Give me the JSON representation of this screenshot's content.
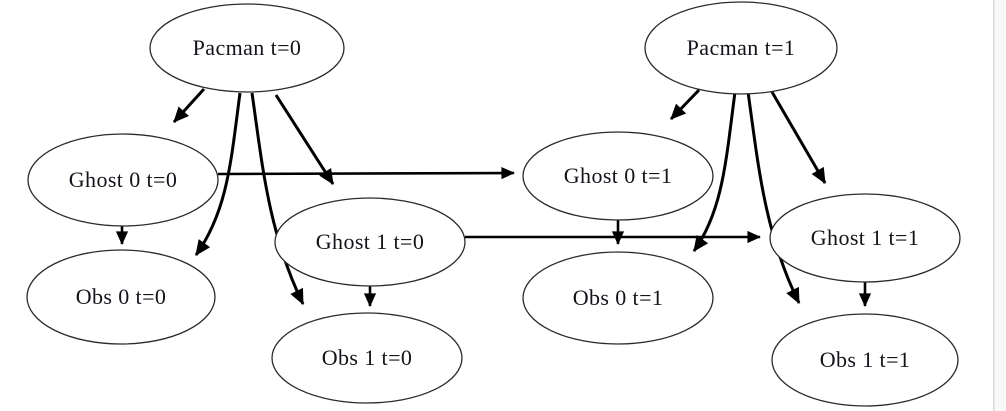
{
  "diagram": {
    "type": "directed-graph",
    "timesteps": [
      "t=0",
      "t=1"
    ]
  },
  "nodes": [
    {
      "id": "pacman-t0",
      "label": "Pacman t=0"
    },
    {
      "id": "ghost0-t0",
      "label": "Ghost 0 t=0"
    },
    {
      "id": "ghost1-t0",
      "label": "Ghost 1 t=0"
    },
    {
      "id": "obs0-t0",
      "label": "Obs 0 t=0"
    },
    {
      "id": "obs1-t0",
      "label": "Obs 1 t=0"
    },
    {
      "id": "pacman-t1",
      "label": "Pacman t=1"
    },
    {
      "id": "ghost0-t1",
      "label": "Ghost 0 t=1"
    },
    {
      "id": "ghost1-t1",
      "label": "Ghost 1 t=1"
    },
    {
      "id": "obs0-t1",
      "label": "Obs 0 t=1"
    },
    {
      "id": "obs1-t1",
      "label": "Obs 1 t=1"
    }
  ],
  "edges": [
    {
      "from": "pacman-t0",
      "to": "ghost0-t0"
    },
    {
      "from": "pacman-t0",
      "to": "ghost1-t0"
    },
    {
      "from": "pacman-t0",
      "to": "obs0-t0"
    },
    {
      "from": "pacman-t0",
      "to": "obs1-t0"
    },
    {
      "from": "ghost0-t0",
      "to": "obs0-t0"
    },
    {
      "from": "ghost1-t0",
      "to": "obs1-t0"
    },
    {
      "from": "ghost0-t0",
      "to": "ghost0-t1"
    },
    {
      "from": "ghost1-t0",
      "to": "ghost1-t1"
    },
    {
      "from": "pacman-t1",
      "to": "ghost0-t1"
    },
    {
      "from": "pacman-t1",
      "to": "ghost1-t1"
    },
    {
      "from": "pacman-t1",
      "to": "obs0-t1"
    },
    {
      "from": "pacman-t1",
      "to": "obs1-t1"
    },
    {
      "from": "ghost0-t1",
      "to": "obs0-t1"
    },
    {
      "from": "ghost1-t1",
      "to": "obs1-t1"
    }
  ],
  "colors": {
    "background": "#ffffff",
    "node_fill": "#ffffff",
    "node_stroke": "#2b2b2b",
    "edge": "#000000",
    "text": "#13131a",
    "page_border": "#d9d9d9"
  }
}
